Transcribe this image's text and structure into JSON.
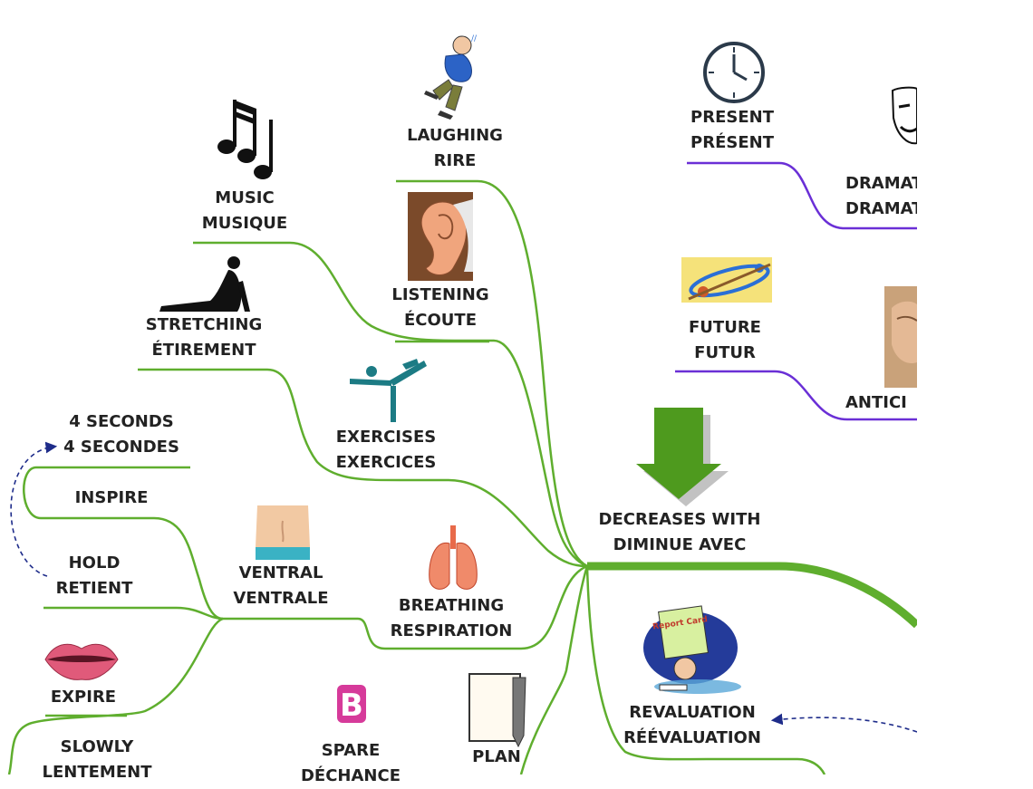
{
  "colors": {
    "branch": "#5fae2e",
    "time_branch": "#6a2fd6",
    "arrow": "#4e9a1e",
    "dashed": "#1e2c8a",
    "text": "#222222"
  },
  "nodes": {
    "laughing": {
      "line1": "LAUGHING",
      "line2": "RIRE",
      "icon": "laughing-man-icon"
    },
    "music": {
      "line1": "MUSIC",
      "line2": "MUSIQUE",
      "icon": "music-notes-icon"
    },
    "listening": {
      "line1": "LISTENING",
      "line2": "ÉCOUTE",
      "icon": "ear-icon"
    },
    "stretching": {
      "line1": "STRETCHING",
      "line2": "ÉTIREMENT",
      "icon": "yoga-stretch-icon"
    },
    "exercises": {
      "line1": "EXERCISES",
      "line2": "EXERCICES",
      "icon": "exercise-figure-icon"
    },
    "four_seconds": {
      "line1": "4 SECONDS",
      "line2": "4 SECONDES"
    },
    "inspire": {
      "line1": "INSPIRE"
    },
    "hold": {
      "line1": "HOLD",
      "line2": "RETIENT"
    },
    "ventral": {
      "line1": "VENTRAL",
      "line2": "VENTRALE",
      "icon": "belly-icon"
    },
    "breathing": {
      "line1": "BREATHING",
      "line2": "RESPIRATION",
      "icon": "lungs-icon"
    },
    "expire": {
      "line1": "EXPIRE",
      "icon": "lips-icon"
    },
    "slowly": {
      "line1": "SLOWLY",
      "line2": "LENTEMENT"
    },
    "spare": {
      "line1": "SPARE",
      "line2": "DÉCHANCE",
      "icon": "letter-b-icon"
    },
    "plan": {
      "line1": "PLAN",
      "icon": "notepad-pen-icon"
    },
    "decreases": {
      "line1": "DECREASES WITH",
      "line2": "DIMINUE AVEC",
      "icon": "down-arrow-icon"
    },
    "present": {
      "line1": "PRESENT",
      "line2": "PRÉSENT",
      "icon": "clock-icon"
    },
    "dramatizing": {
      "line1": "DRAMAT",
      "line2": "DRAMAT",
      "icon": "theater-mask-icon"
    },
    "future": {
      "line1": "FUTURE",
      "line2": "FUTUR",
      "icon": "time-machine-icon"
    },
    "anticipation": {
      "line1": "ANTICI",
      "icon": "worried-face-icon"
    },
    "revaluation": {
      "line1": "REVALUATION",
      "line2": "RÉÉVALUATION",
      "icon": "report-card-icon",
      "card_text": "Report Card"
    }
  }
}
